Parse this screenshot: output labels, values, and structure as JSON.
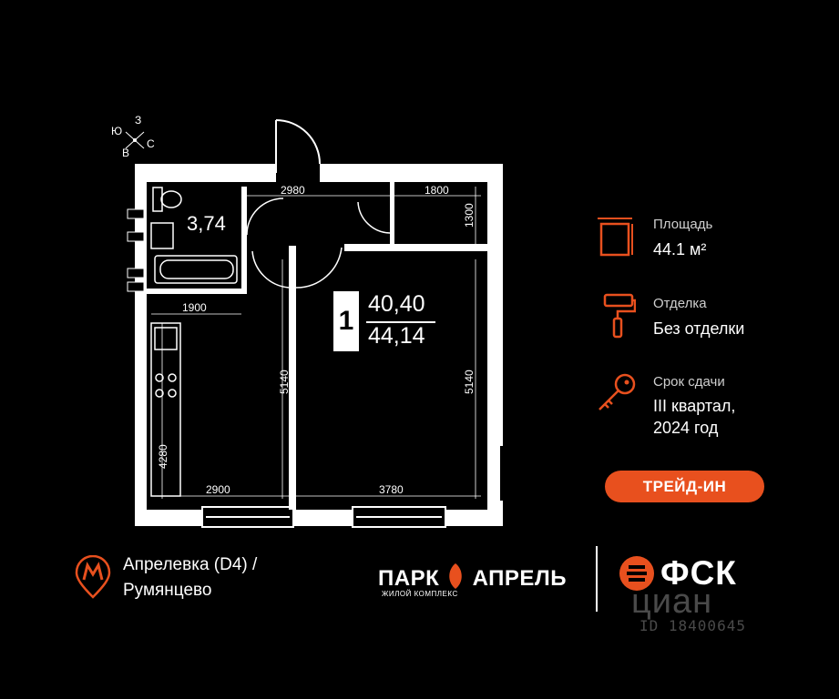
{
  "compass": {
    "north": "З",
    "east": "С",
    "south": "В",
    "west": "Ю"
  },
  "plan": {
    "bathroom_area": "3,74",
    "dims": {
      "top_corridor": "2980",
      "top_right": "1800",
      "right_short": "1300",
      "kitchen_top": "1900",
      "middle_vertical": "5140",
      "right_vertical": "5140",
      "left_vertical": "4280",
      "bottom_left": "2900",
      "bottom_right": "3780"
    }
  },
  "unit_badge": {
    "rooms": "1",
    "living_area": "40,40",
    "total_area": "44,14"
  },
  "info": {
    "area_label": "Площадь",
    "area_value": "44.1 м²",
    "finish_label": "Отделка",
    "finish_value": "Без отделки",
    "deadline_label": "Срок сдачи",
    "deadline_line1": "III квартал,",
    "deadline_line2": "2024 год"
  },
  "trade_in_button": "ТРЕЙД-ИН",
  "metro": {
    "line1": "Апрелевка (D4)  /",
    "line2": "Румянцево"
  },
  "brand": {
    "park_left": "ПАРК",
    "park_right": "АПРЕЛЬ",
    "park_sub": "ЖИЛОЙ КОМПЛЕКС",
    "fsk": "ФСК"
  },
  "watermark": {
    "name": "циан",
    "id": "ID 18400645"
  },
  "colors": {
    "background": "#000000",
    "accent": "#e8501e",
    "wall": "#ffffff",
    "watermark": "#4a4a4a"
  },
  "icons": [
    "compass-icon",
    "area-icon",
    "paint-roller-icon",
    "key-icon",
    "metro-icon",
    "leaf-icon",
    "fsk-logo-icon"
  ]
}
